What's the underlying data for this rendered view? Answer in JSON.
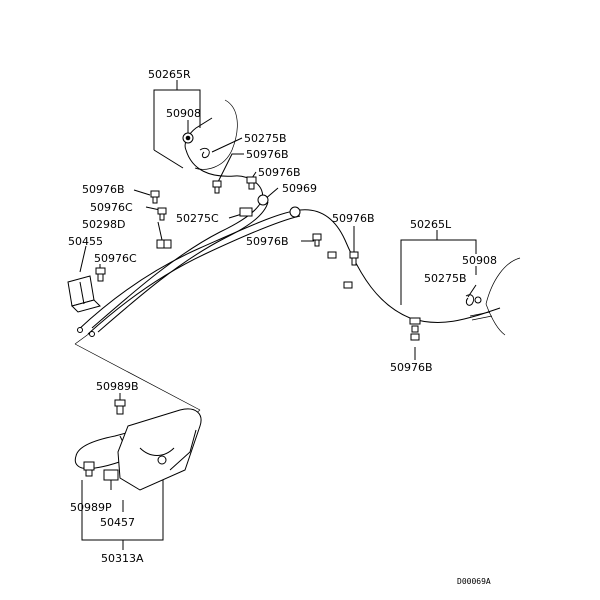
{
  "diagram": {
    "code": "D00069A",
    "labels": {
      "p50265R": "50265R",
      "p50908_top": "50908",
      "p50275B_top": "50275B",
      "p50976B_a": "50976B",
      "p50976B_b": "50976B",
      "p50969": "50969",
      "p50976B_c": "50976B",
      "p50976C_a": "50976C",
      "p50298D": "50298D",
      "p50275C": "50275C",
      "p50455": "50455",
      "p50976C_b": "50976C",
      "p50976B_d": "50976B",
      "p50976B_e": "50976B",
      "p50265L": "50265L",
      "p50908_right": "50908",
      "p50275B_right": "50275B",
      "p50976B_f": "50976B",
      "p50989B": "50989B",
      "p50989P": "50989P",
      "p50457": "50457",
      "p50313A": "50313A"
    }
  }
}
